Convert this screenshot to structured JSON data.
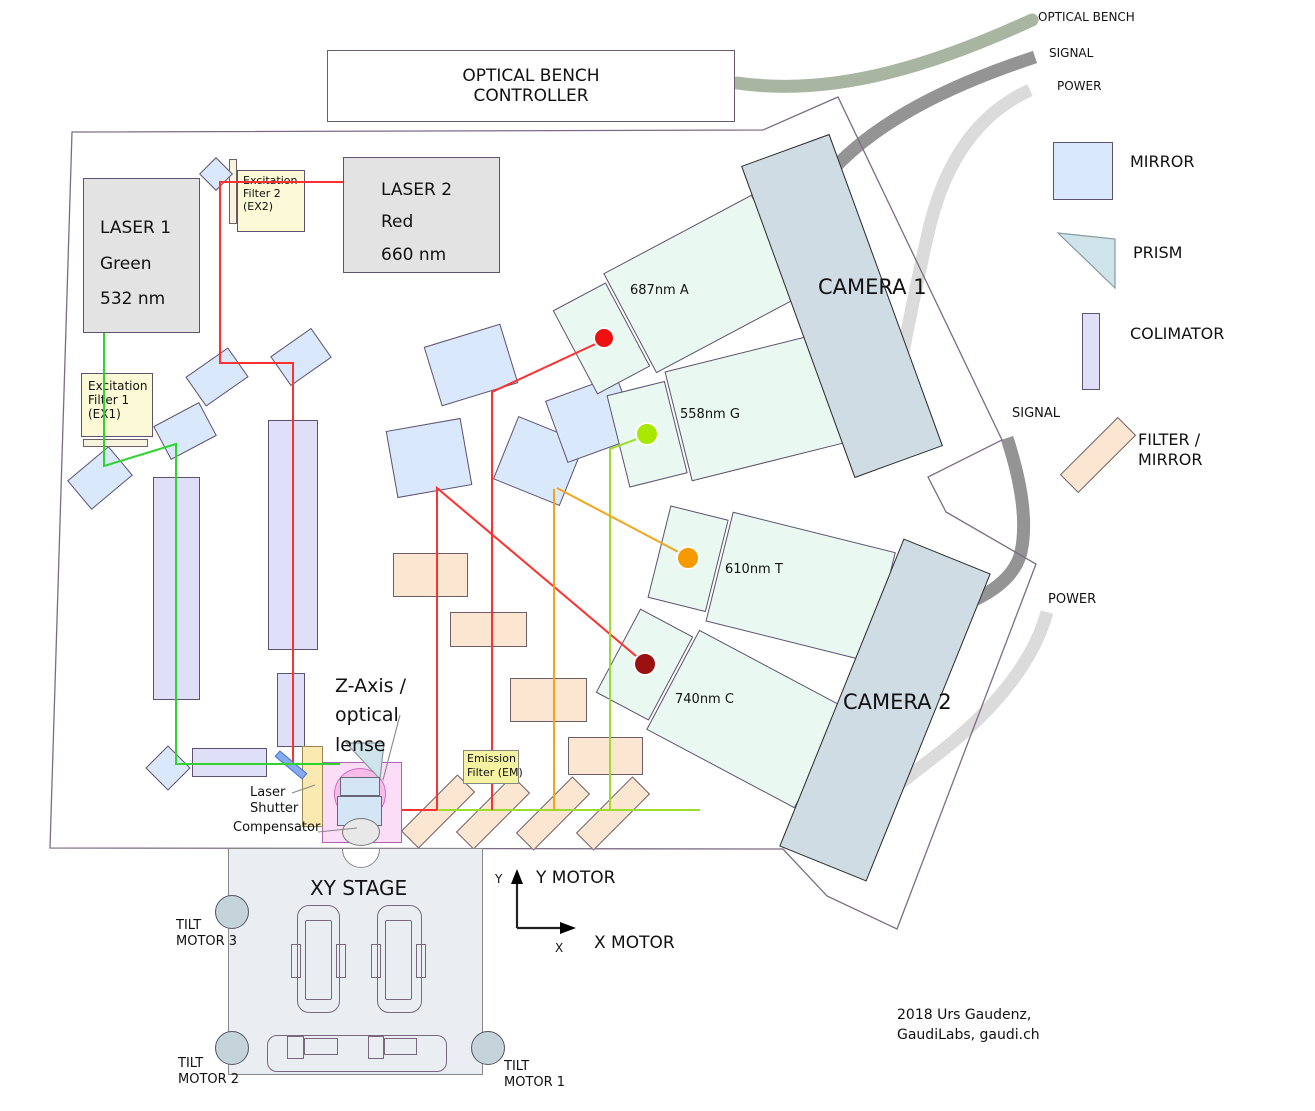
{
  "controller": {
    "line1": "OPTICAL BENCH",
    "line2": "CONTROLLER"
  },
  "cable_labels": {
    "optical_bench": "OPTICAL BENCH",
    "signal_top": "SIGNAL",
    "power_top": "POWER",
    "signal_right": "SIGNAL",
    "power_right": "POWER"
  },
  "lasers": {
    "laser1": {
      "name": "LASER 1",
      "color_name": "Green",
      "wavelength": "532 nm"
    },
    "laser2": {
      "name": "LASER 2",
      "color_name": "Red",
      "wavelength": "660 nm"
    }
  },
  "filters": {
    "ex1": [
      "Excitation",
      "Filter 1",
      "(EX1)"
    ],
    "ex2": [
      "Excitation",
      "Filter 2",
      "(EX2)"
    ],
    "em": [
      "Emission",
      "Filter (EM)"
    ]
  },
  "channels": [
    {
      "label": "687nm A",
      "dot_color": "#ee1111"
    },
    {
      "label": "558nm G",
      "dot_color": "#a8e800"
    },
    {
      "label": "610nm T",
      "dot_color": "#f59a00"
    },
    {
      "label": "740nm C",
      "dot_color": "#9b1111"
    }
  ],
  "cameras": {
    "camera1": "CAMERA 1",
    "camera2": "CAMERA 2"
  },
  "legend": {
    "mirror": "MIRROR",
    "prism": "PRISM",
    "colimator": "COLIMATOR",
    "filter_mirror_line1": "FILTER /",
    "filter_mirror_line2": "MIRROR"
  },
  "lens_assembly": {
    "z_axis": [
      "Z-Axis /",
      "optical",
      "lense"
    ],
    "laser_shutter": [
      "Laser",
      "Shutter"
    ],
    "compensator": "Compensator"
  },
  "stage": {
    "title": "XY STAGE",
    "tilt_motor_1": [
      "TILT",
      "MOTOR 1"
    ],
    "tilt_motor_2": [
      "TILT",
      "MOTOR 2"
    ],
    "tilt_motor_3": [
      "TILT",
      "MOTOR 3"
    ],
    "x_axis": "X",
    "y_axis": "Y",
    "x_motor": "X MOTOR",
    "y_motor": "Y MOTOR"
  },
  "credit": [
    "2018 Urs Gaudenz,",
    "GaudiLabs, gaudi.ch"
  ],
  "colors": {
    "beam_green": "#2fd42f",
    "beam_red": "#ff3030",
    "beam_emission_green": "#9ade2b",
    "beam_orange": "#f5a51d",
    "mirror_fill": "#d9e8fa",
    "colimator_fill": "#dfdff8",
    "filter_fill": "#fbe7d1",
    "channel_fill": "#e9f8f1",
    "camera_fill": "#cfdce4",
    "cable_optical_bench": "#a8b6a1",
    "cable_signal": "#949494",
    "cable_power": "#dbdbdb"
  }
}
